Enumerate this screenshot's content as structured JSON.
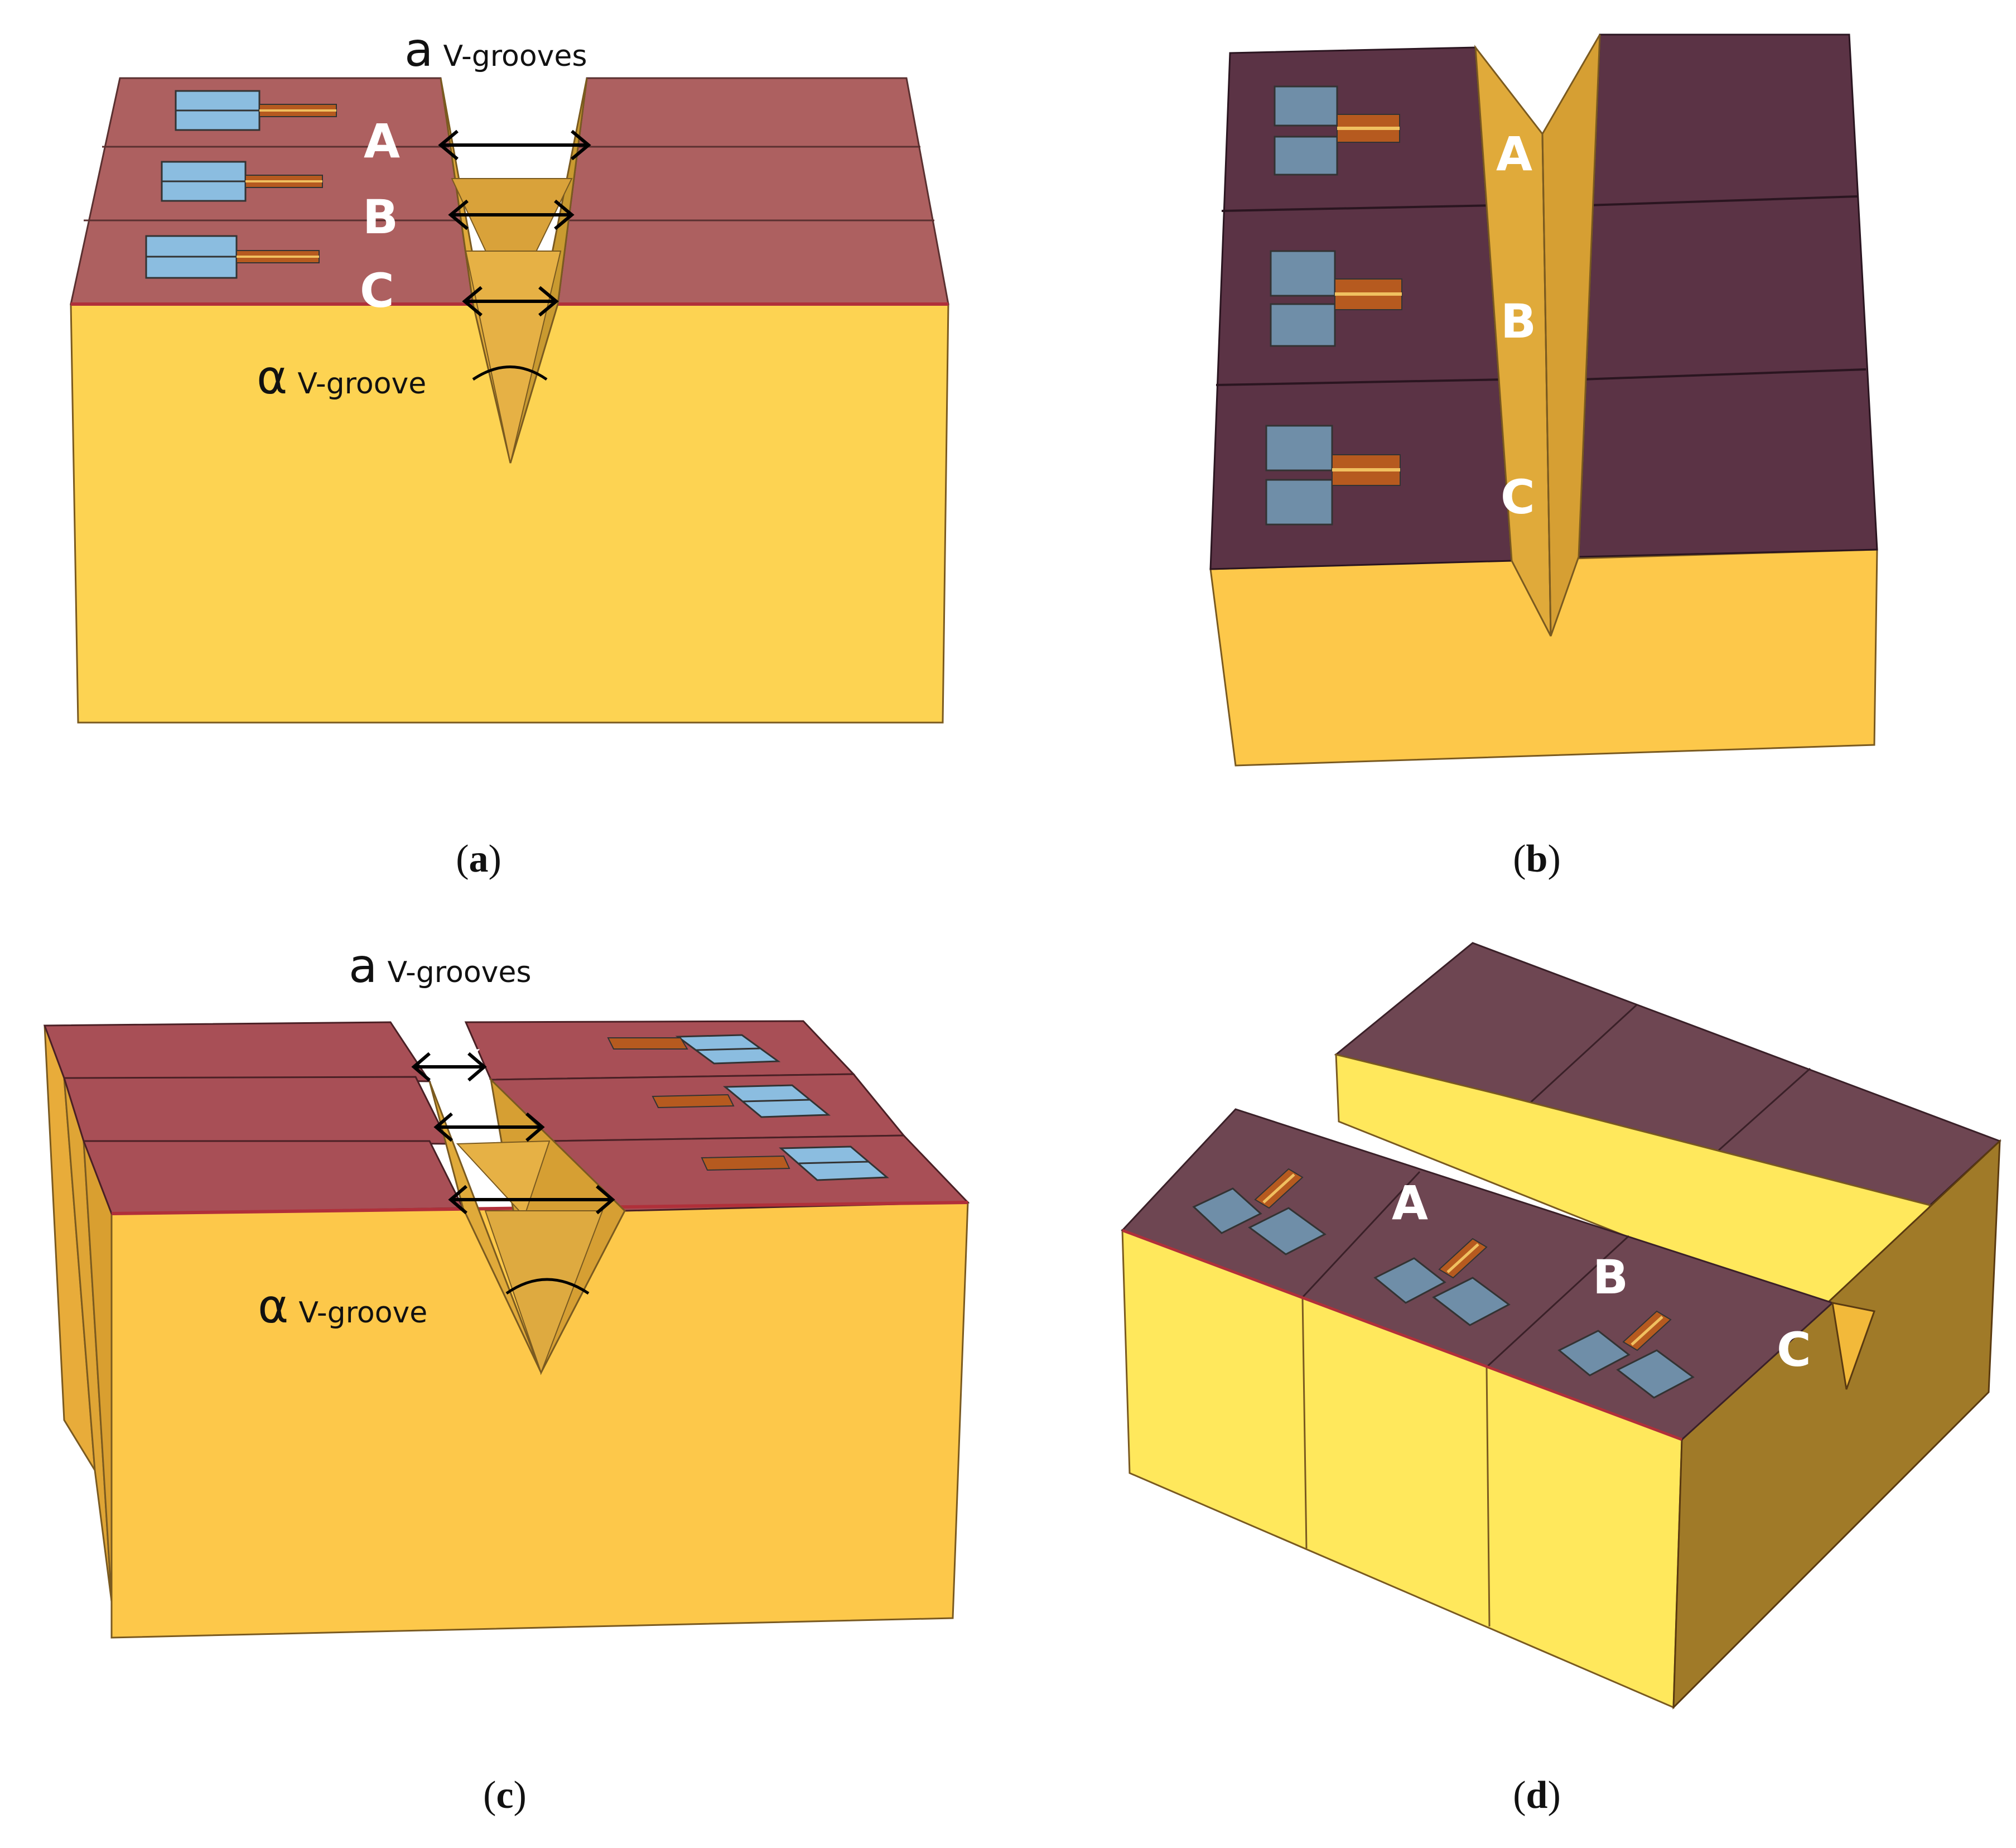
{
  "panels": [
    {
      "id": "a",
      "caption_open": "(",
      "caption_letter": "a",
      "caption_close": ")",
      "labels": [
        "A",
        "B",
        "C"
      ],
      "width_symbol": "a",
      "width_subscript": "V-grooves",
      "angle_symbol": "α",
      "angle_subscript": "V-groove"
    },
    {
      "id": "b",
      "caption_open": "(",
      "caption_letter": "b",
      "caption_close": ")",
      "labels": [
        "A",
        "B",
        "C"
      ]
    },
    {
      "id": "c",
      "caption_open": "(",
      "caption_letter": "c",
      "caption_close": ")",
      "width_symbol": "a",
      "width_subscript": "V-grooves",
      "angle_symbol": "α",
      "angle_subscript": "V-groove"
    },
    {
      "id": "d",
      "caption_open": "(",
      "caption_letter": "d",
      "caption_close": ")",
      "labels": [
        "A",
        "B",
        "C"
      ]
    }
  ],
  "colors": {
    "substrate": "#fdd352",
    "substrate_side": "#f2b93a",
    "groove_face": "#e0aa3a",
    "groove_face_dark": "#c99a30",
    "top_a": "#ad6060",
    "top_b": "#5b3345",
    "top_c": "#a84f56",
    "top_d": "#6e4652",
    "pad": "#8bbde0",
    "pad_dark": "#6f8ea8",
    "trace": "#b65a1f",
    "trace_core": "#f0c060",
    "bright_yellow": "#ffe85c",
    "side_dark": "#a07a28",
    "outline": "#5a3a20"
  }
}
